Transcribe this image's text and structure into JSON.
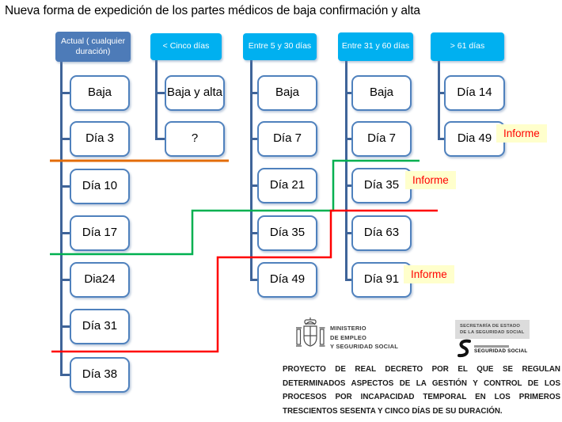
{
  "title": "Nueva forma de expedición de los partes médicos de baja confirmación y alta",
  "columns": [
    {
      "header": "Actual ( cualquier duración)",
      "boxes": [
        "Baja",
        "Día 3",
        "Día 10",
        "Día 17",
        "Dia24",
        "Día 31",
        "Día 38"
      ]
    },
    {
      "header": "< Cinco días",
      "boxes": [
        "Baja y alta",
        "?"
      ]
    },
    {
      "header": "Entre 5 y 30 días",
      "boxes": [
        "Baja",
        "Día 7",
        "Día 21",
        "Día 35",
        "Día 49"
      ]
    },
    {
      "header": "Entre 31 y 60 días",
      "boxes": [
        "Baja",
        "Día 7",
        "Día 35",
        "Día 63",
        "Día 91"
      ]
    },
    {
      "header": "> 61 días",
      "boxes": [
        "Día 14",
        "Dia 49"
      ]
    }
  ],
  "informe_label": "Informe",
  "footer": {
    "ministry_lines": [
      "MINISTERIO",
      "DE EMPLEO",
      "Y SEGURIDAD SOCIAL"
    ],
    "secretaria_lines": [
      "SECRETARÍA DE ESTADO",
      "DE LA SEGURIDAD SOCIAL"
    ],
    "seguridad_social_label": "SEGURIDAD SOCIAL",
    "decree_text": "PROYECTO DE REAL DECRETO POR EL QUE SE REGULAN DETERMINADOS ASPECTOS DE LA GESTIÓN Y CONTROL DE LOS PROCESOS POR INCAPACIDAD TEMPORAL EN LOS PRIMEROS TRESCIENTOS SESENTA Y CINCO DÍAS DE SU DURACIÓN."
  },
  "colors": {
    "header_current_bg": "#4d7bb8",
    "header_new_bg": "#00b0f0",
    "box_border": "#4f81bd",
    "connector": "#3f6499",
    "line_orange": "#e36c09",
    "line_green": "#00b050",
    "line_red": "#ff0000",
    "informe_bg": "#ffffcc",
    "informe_text": "#ff0000"
  }
}
